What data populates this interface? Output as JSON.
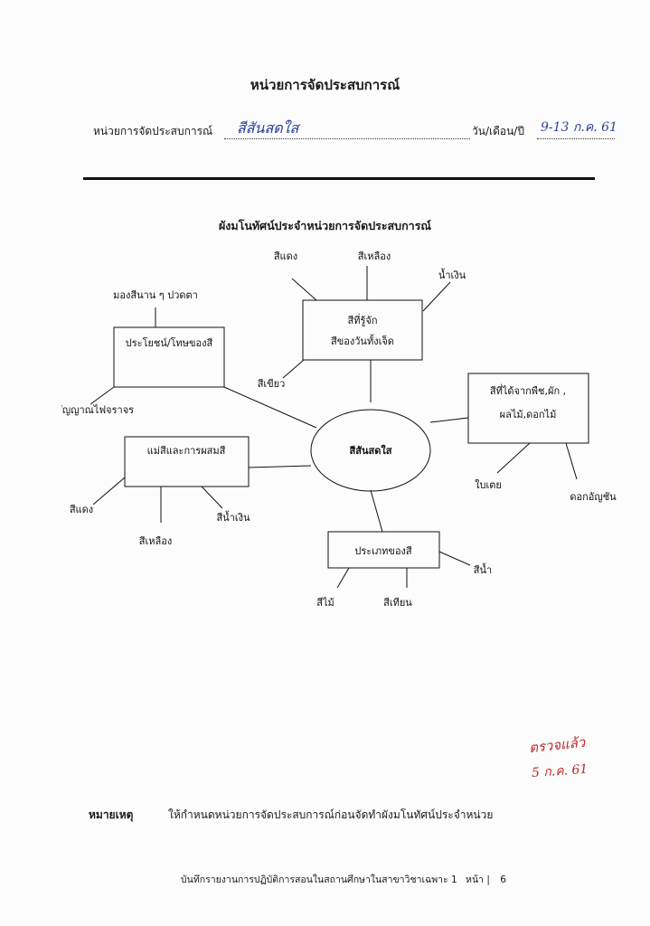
{
  "header": {
    "title": "หน่วยการจัดประสบการณ์",
    "unit_label": "หน่วยการจัดประสบการณ์",
    "unit_value": "สีสันสดใส",
    "date_label": "วัน/เดือน/ปี",
    "date_value": "9-13 ก.ค. 61"
  },
  "diagram": {
    "title": "ผังมโนทัศน์ประจำหน่วยการจัดประสบการณ์",
    "center": "สีสันสดใส",
    "boxes": {
      "benefit": "ประโยชน์/โทษของสี",
      "weekdays_line1": "สีที่รู้จัก",
      "weekdays_line2": "สีของวันทั้งเจ็ด",
      "plants_line1": "สีที่ได้จากพืช,ผัก ,",
      "plants_line2": "ผลไม้,ดอกไม้",
      "primary": "แม่สีและการผสมสี",
      "types": "ประเภทของสี"
    },
    "leaves": {
      "eye_strain": "มองสีนาน ๆ ปวดตา",
      "traffic": "สัญญาณไฟจราจร",
      "red_top": "สีแดง",
      "yellow_top": "สีเหลือง",
      "blue_top": "น้ำเงิน",
      "green": "สีเขียว",
      "leaf": "ใบเตย",
      "butterfly_pea": "ดอกอัญชัน",
      "red_left": "สีแดง",
      "yellow_left": "สีเหลือง",
      "blue_left": "สีน้ำเงิน",
      "water": "สีน้ำ",
      "wood": "สีไม้",
      "crayon": "สีเทียน"
    }
  },
  "note": {
    "label": "หมายเหตุ",
    "text": "ให้กำหนดหน่วยการจัดประสบการณ์ก่อนจัดทำผังมโนทัศน์ประจำหน่วย"
  },
  "signature": {
    "line1": "ตรวจแล้ว",
    "line2": "5 ก.ค. 61"
  },
  "footer": {
    "text": "บันทึกรายงานการปฏิบัติการสอนในสถานศึกษาในสาขาวิชาเฉพาะ 1",
    "page_label": "หน้า |",
    "page_number": "6"
  },
  "colors": {
    "ink": "#111111",
    "handwriting_blue": "#2a3f9a",
    "handwriting_red": "#c0282a"
  }
}
